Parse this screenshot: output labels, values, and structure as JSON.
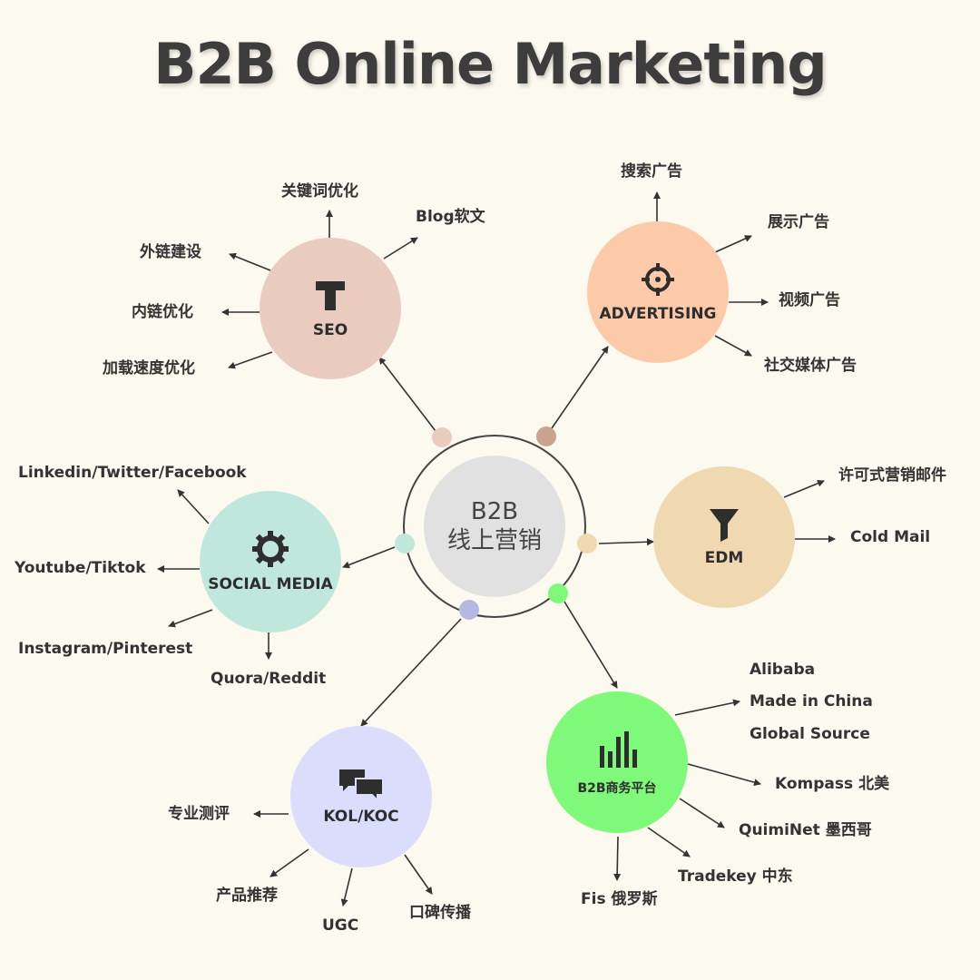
{
  "title": "B2B Online Marketing",
  "center": {
    "line1": "B2B",
    "line2": "线上营销"
  },
  "colors": {
    "seo": "#e9cbc0",
    "advertising": "#fccaa8",
    "edm": "#f0d8b0",
    "b2b": "#7ef97a",
    "kol": "#dcddfc",
    "social": "#bfe7dc",
    "center": "#e1e1e1"
  },
  "seo": {
    "label": "SEO",
    "icon": "text-t-icon",
    "leaves": [
      "关键词优化",
      "Blog软文",
      "外链建设",
      "内链优化",
      "加载速度优化"
    ]
  },
  "advertising": {
    "label": "ADVERTISING",
    "icon": "crosshair-icon",
    "leaves": [
      "搜索广告",
      "展示广告",
      "视频广告",
      "社交媒体广告"
    ]
  },
  "edm": {
    "label": "EDM",
    "icon": "funnel-icon",
    "leaves": [
      "许可式营销邮件",
      "Cold Mail"
    ]
  },
  "b2b": {
    "label": "B2B商务平台",
    "icon": "bar-chart-icon",
    "leaves": [
      "Alibaba",
      "Made in China",
      "Global Source",
      "Kompass 北美",
      "QuimiNet 墨西哥",
      "Tradekey 中东",
      "Fis 俄罗斯"
    ]
  },
  "kol": {
    "label": "KOL/KOC",
    "icon": "chat-bubbles-icon",
    "leaves": [
      "专业测评",
      "产品推荐",
      "UGC",
      "口碑传播"
    ]
  },
  "social": {
    "label": "SOCIAL MEDIA",
    "icon": "gear-icon",
    "leaves": [
      "Linkedin/Twitter/Facebook",
      "Youtube/Tiktok",
      "Instagram/Pinterest",
      "Quora/Reddit"
    ]
  }
}
